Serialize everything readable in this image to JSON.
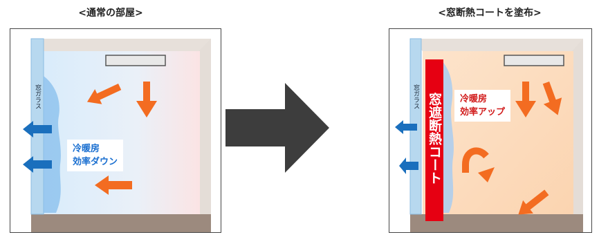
{
  "left_panel": {
    "title": "<通常の部屋>",
    "glass_label": "窓ガラス",
    "effect_line1": "冷暖房",
    "effect_line2": "効率ダウン"
  },
  "right_panel": {
    "title": "<窓断熱コートを塗布>",
    "glass_label": "窓ガラス",
    "coat_label": "窓遮断熱コート",
    "effect_line1": "冷暖房",
    "effect_line2": "効率アップ"
  },
  "colors": {
    "arrow_orange": "#f36c21",
    "arrow_blue": "#1a6fbd",
    "big_arrow": "#3d3d3d",
    "coat_red": "#e60012",
    "floor": "#9c8a7e",
    "effect_down_text": "#1a6fd0",
    "effect_up_text": "#d11a1a"
  },
  "icons": {
    "center": "right-arrow-icon",
    "heat": "orange-arrow-icon",
    "loss": "blue-arrow-icon",
    "ac": "air-conditioner-icon"
  }
}
